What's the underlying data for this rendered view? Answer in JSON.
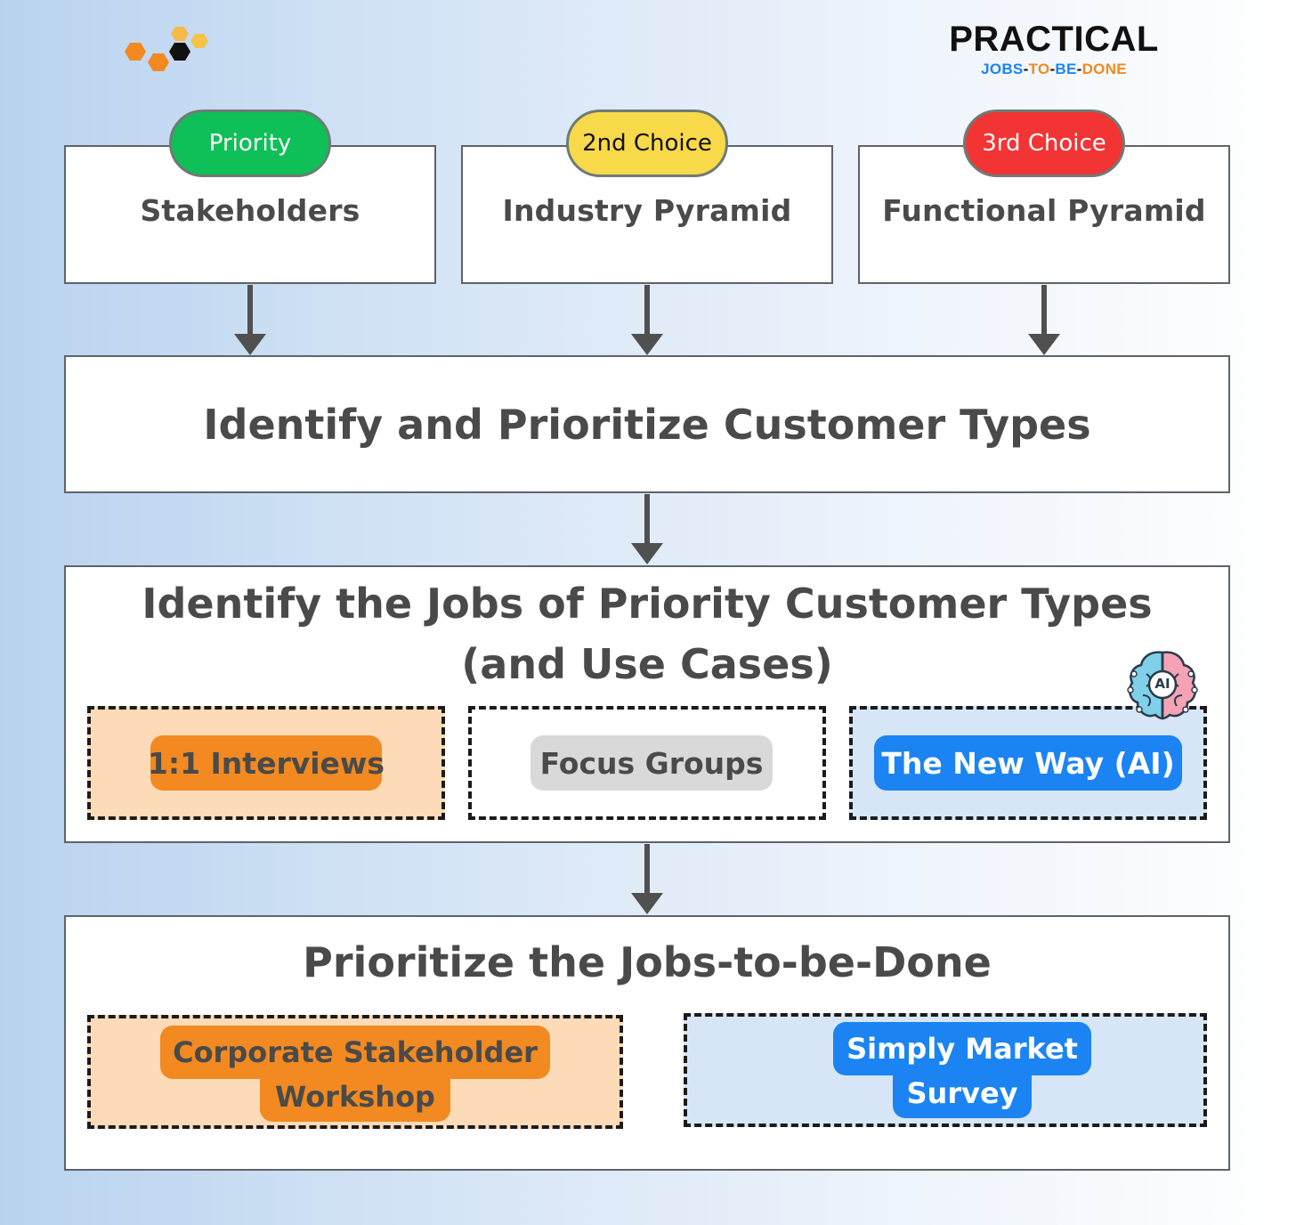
{
  "brand": {
    "title": "PRACTICAL",
    "subtitle_parts": [
      "JOBS",
      "-",
      "TO",
      "-",
      "BE",
      "-",
      "DONE"
    ]
  },
  "top_boxes": [
    {
      "badge": "Priority",
      "title": "Stakeholders",
      "badge_color": "#0fbf57",
      "badge_text_color": "#ffffff"
    },
    {
      "badge": "2nd Choice",
      "title": "Industry Pyramid",
      "badge_color": "#f8d94a",
      "badge_text_color": "#111111"
    },
    {
      "badge": "3rd Choice",
      "title": "Functional Pyramid",
      "badge_color": "#f23434",
      "badge_text_color": "#ffffff"
    }
  ],
  "step1": {
    "title": "Identify and Prioritize Customer Types"
  },
  "step2": {
    "title_line1": "Identify the Jobs of Priority Customer Types",
    "title_line2": "(and Use Cases)",
    "ai_badge": "AI",
    "methods": [
      {
        "label": "1:1 Interviews"
      },
      {
        "label": "Focus Groups"
      },
      {
        "label": "The New Way (AI)"
      }
    ]
  },
  "step3": {
    "title": "Prioritize the Jobs-to-be-Done",
    "methods": [
      {
        "line1": "Corporate Stakeholder",
        "line2": "Workshop"
      },
      {
        "line1": "Simply Market",
        "line2": "Survey"
      }
    ]
  },
  "colors": {
    "orange": "#f28a21",
    "orange_fill": "#fddbb8",
    "blue": "#1b84f2",
    "blue_fill": "#d7e6f7",
    "grey_tag": "#d9d9d9",
    "border": "#5f6368"
  }
}
